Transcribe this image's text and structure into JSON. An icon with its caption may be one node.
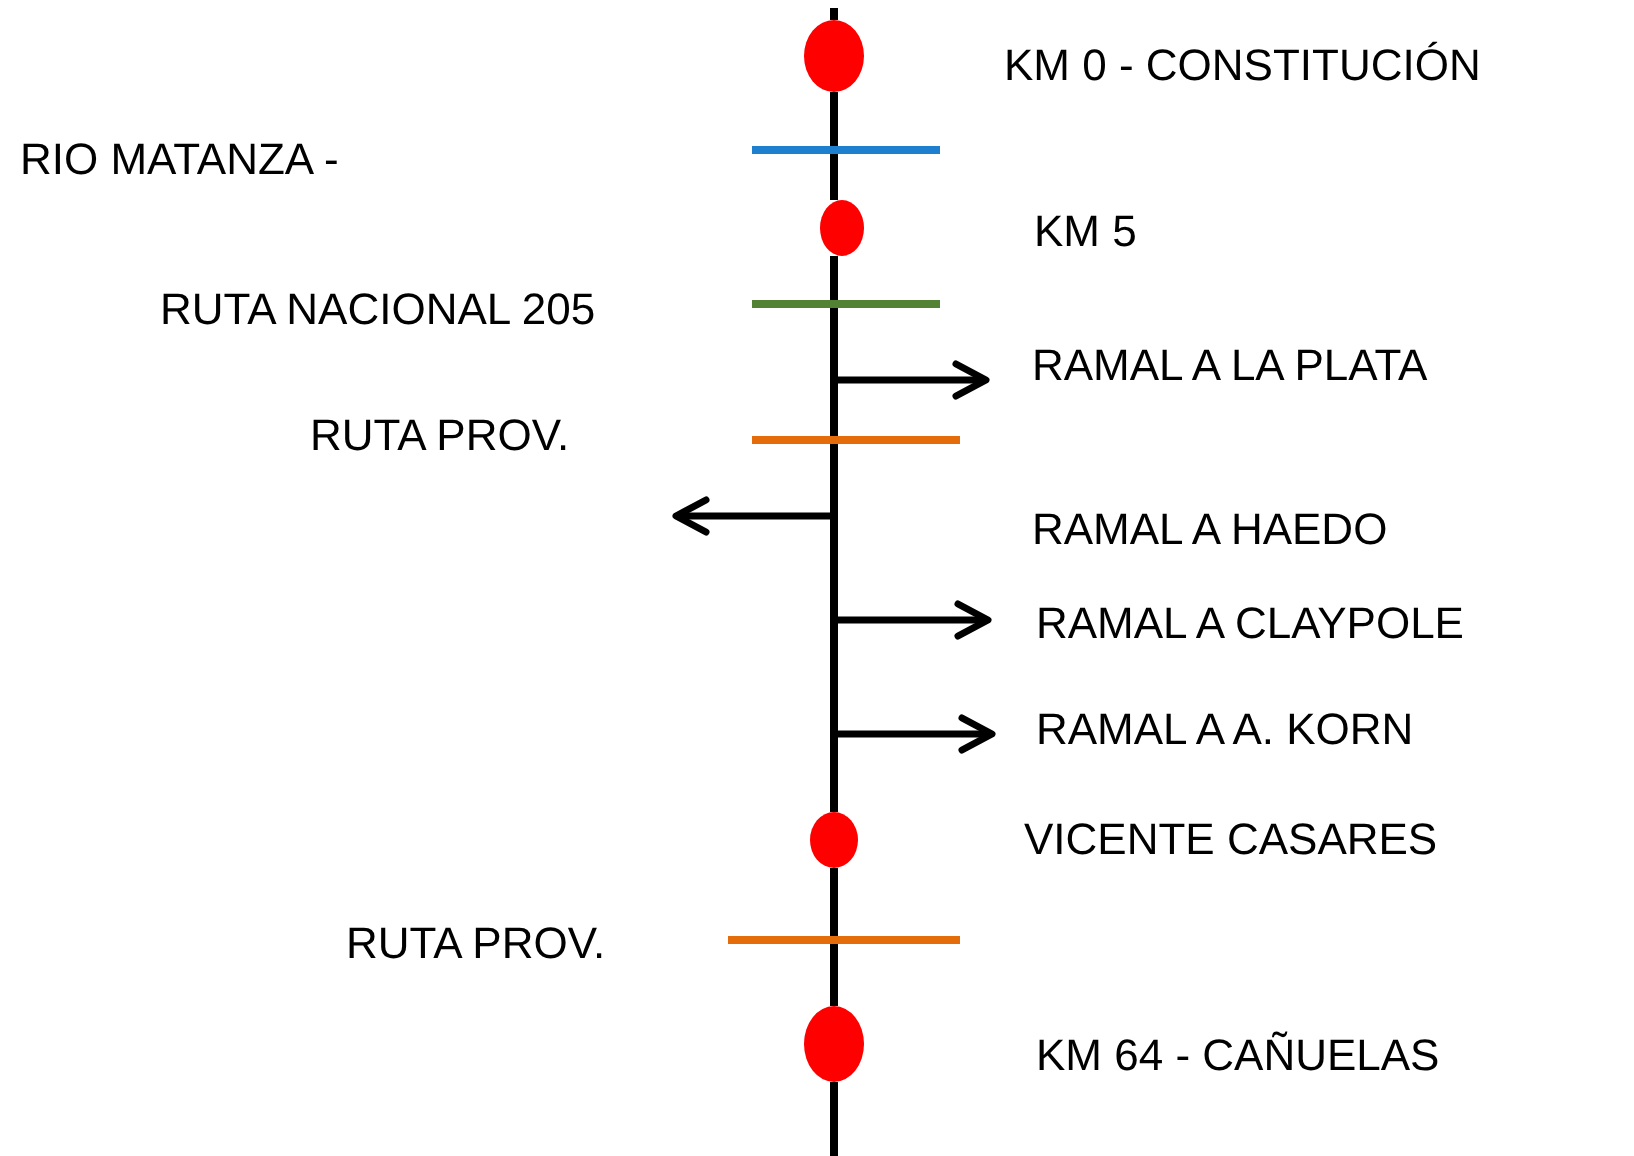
{
  "diagram": {
    "nodes": [
      {
        "text": [],
        "shape": "circle",
        "beside": [
          "KM 0 - CONSTITUCIÓN"
        ]
      },
      {
        "text": [],
        "shape": "circle",
        "beside": [
          "KM 5"
        ]
      },
      {
        "text": [],
        "shape": "circle",
        "beside": [
          "VICENTE CASARES"
        ]
      },
      {
        "text": [],
        "shape": "circle",
        "beside": [
          "KM 64 - CAÑUELAS"
        ]
      }
    ],
    "edges": [
      {
        "from": 0,
        "to": 1,
        "arrow": "none"
      },
      {
        "from": 1,
        "to": 2,
        "arrow": "none"
      },
      {
        "from": 2,
        "to": 3,
        "arrow": "none"
      }
    ],
    "labels": [
      "RIO MATANZA -",
      "RUTA NACIONAL 205",
      "RAMAL A LA PLATA",
      "RUTA PROV.",
      "RAMAL A HAEDO",
      "RAMAL A CLAYPOLE",
      "RAMAL A A. KORN",
      "RUTA PROV."
    ]
  }
}
